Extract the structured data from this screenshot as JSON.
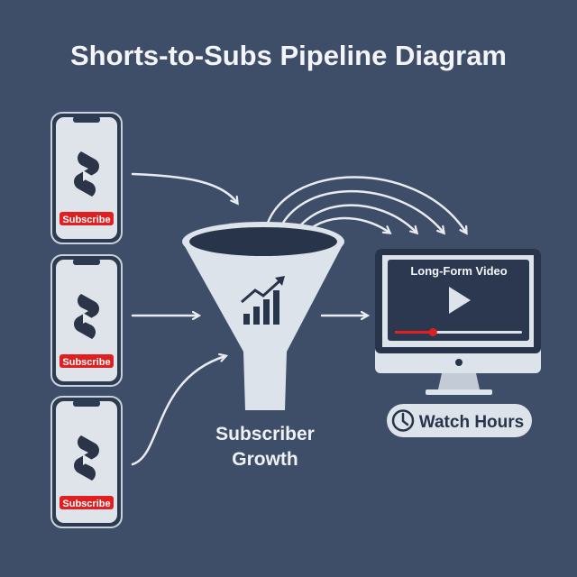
{
  "title": "Shorts-to-Subs Pipeline Diagram",
  "phones": [
    {
      "button": "Subscribe",
      "icon": "shorts-logo-icon"
    },
    {
      "button": "Subscribe",
      "icon": "shorts-logo-icon"
    },
    {
      "button": "Subscribe",
      "icon": "shorts-logo-icon"
    }
  ],
  "funnel": {
    "label_line1": "Subscriber",
    "label_line2": "Growth",
    "icon": "growth-chart-icon"
  },
  "monitor": {
    "screen_title": "Long-Form Video",
    "progress": 0.3,
    "icon": "play-icon"
  },
  "watch_hours": {
    "label": "Watch Hours",
    "icon": "clock-icon"
  },
  "colors": {
    "background": "#3f4e68",
    "accent_red": "#e02020",
    "light": "#dde3ea",
    "dark": "#27344a"
  }
}
